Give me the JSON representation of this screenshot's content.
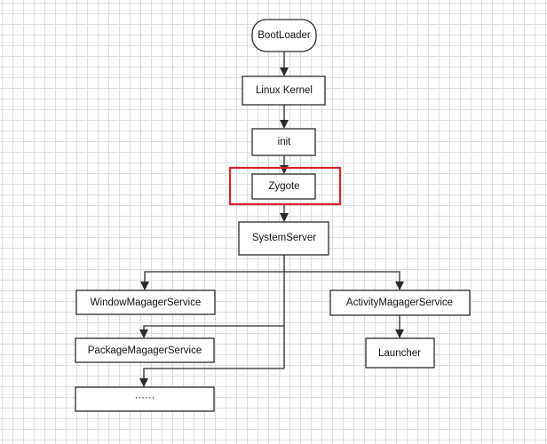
{
  "diagram": {
    "nodes": {
      "bootloader": "BootLoader",
      "linux_kernel": "Linux Kernel",
      "init": "init",
      "zygote": "Zygote",
      "system_server": "SystemServer",
      "window_manager_service": "WindowMagagerService",
      "package_manager_service": "PackageMagagerService",
      "more_services": "······",
      "activity_manager_service": "ActivityMagagerService",
      "launcher": "Launcher"
    },
    "highlighted_node": "zygote",
    "colors": {
      "node_border": "#2b2b2b",
      "highlight": "#d7262b",
      "grid": "#dedede",
      "background": "#ffffff"
    }
  }
}
